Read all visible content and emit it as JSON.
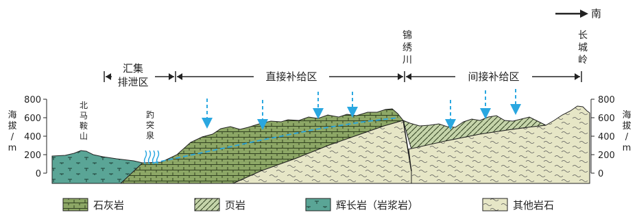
{
  "direction": {
    "label": "南",
    "icon": "arrow-right-icon"
  },
  "zones": {
    "collection": {
      "line1": "汇集",
      "line2": "排泄区"
    },
    "direct": "直接补给区",
    "indirect": "间接补给区"
  },
  "places": {
    "jinxiuchuan": [
      "锦",
      "绣",
      "川"
    ],
    "changchengling": [
      "长",
      "城",
      "岭"
    ],
    "beimaanshan": [
      "北",
      "马",
      "鞍",
      "山"
    ],
    "baotuquan": [
      "趵",
      "突",
      "泉"
    ]
  },
  "axes": {
    "ylabel": [
      "海",
      "拔",
      "/",
      "m"
    ],
    "ticks": [
      "800",
      "600",
      "400",
      "200",
      "0"
    ]
  },
  "legend": [
    {
      "label": "石灰岩",
      "pattern": "limestone",
      "color": "#8da766"
    },
    {
      "label": "页岩",
      "pattern": "shale",
      "color": "#c5d4aa"
    },
    {
      "label": "辉长岩（岩浆岩）",
      "pattern": "gabbro",
      "color": "#5aa596"
    },
    {
      "label": "其他岩石",
      "pattern": "other",
      "color": "#e6e6c6"
    }
  ],
  "colors": {
    "arrow": "#2aa7e0",
    "line": "#222222"
  }
}
